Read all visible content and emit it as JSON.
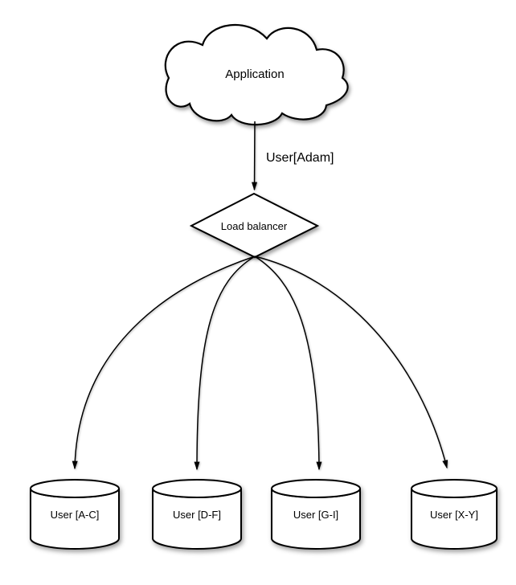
{
  "diagram": {
    "background_color": "#ffffff",
    "stroke_color": "#000000",
    "shape_fill_color": "#ffffff",
    "nodes": {
      "application": {
        "shape": "cloud",
        "label": "Application"
      },
      "load_balancer": {
        "shape": "diamond",
        "label": "Load balancer"
      },
      "databases": [
        {
          "shape": "cylinder",
          "label": "User [A-C]"
        },
        {
          "shape": "cylinder",
          "label": "User [D-F]"
        },
        {
          "shape": "cylinder",
          "label": "User [G-I]"
        },
        {
          "shape": "cylinder",
          "label": "User [X-Y]"
        }
      ]
    },
    "edges": {
      "app_to_lb": {
        "label": "User[Adam]"
      },
      "lb_to_databases": {
        "count": 4
      }
    }
  }
}
